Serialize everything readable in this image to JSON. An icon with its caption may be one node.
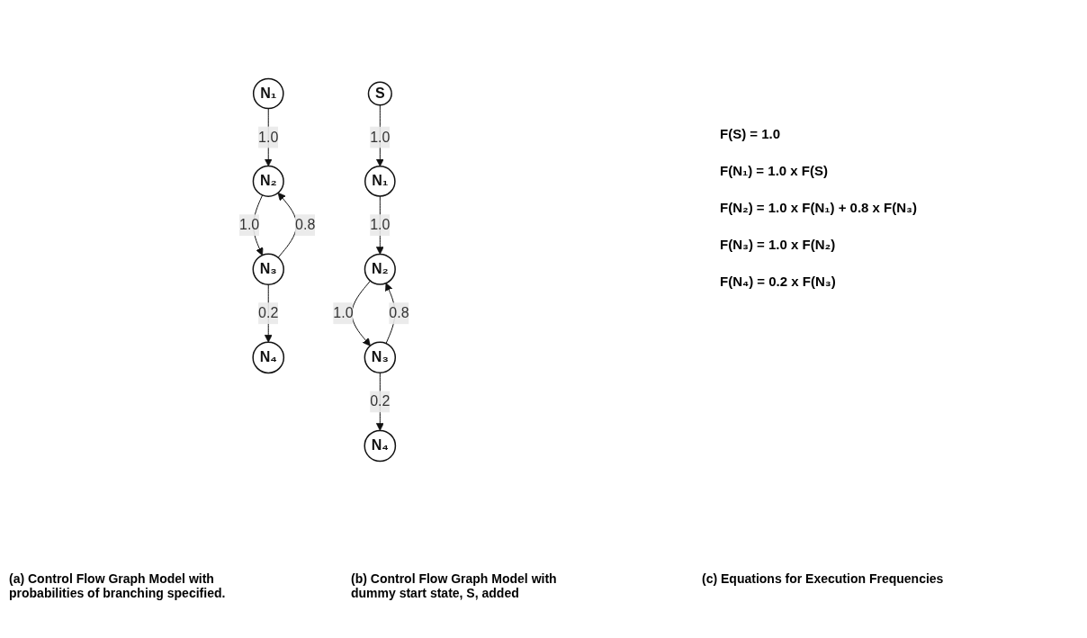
{
  "diagram": {
    "nodes": [
      {
        "text": [
          "N₁"
        ]
      },
      {
        "text": [
          "N₂"
        ]
      },
      {
        "text": [
          "N₃"
        ]
      },
      {
        "text": [
          "N₄"
        ]
      },
      {
        "text": [
          "S"
        ]
      },
      {
        "text": [
          "N₁"
        ]
      },
      {
        "text": [
          "N₂"
        ]
      },
      {
        "text": [
          "N₃"
        ]
      },
      {
        "text": [
          "N₄"
        ]
      }
    ],
    "edges": [
      {
        "from": 0,
        "to": 1,
        "arrow": "to",
        "label": "1.0"
      },
      {
        "from": 1,
        "to": 2,
        "arrow": "to",
        "label": "1.0"
      },
      {
        "from": 2,
        "to": 1,
        "arrow": "to",
        "label": "0.8"
      },
      {
        "from": 2,
        "to": 3,
        "arrow": "to",
        "label": "0.2"
      },
      {
        "from": 4,
        "to": 5,
        "arrow": "to",
        "label": "1.0"
      },
      {
        "from": 5,
        "to": 6,
        "arrow": "to",
        "label": "1.0"
      },
      {
        "from": 6,
        "to": 7,
        "arrow": "to",
        "label": "1.0"
      },
      {
        "from": 7,
        "to": 6,
        "arrow": "to",
        "label": "0.8"
      },
      {
        "from": 7,
        "to": 8,
        "arrow": "to",
        "label": "0.2"
      }
    ],
    "labels": [
      "F(S) = 1.0",
      "F(N₁) = 1.0 x F(S)",
      "F(N₂) = 1.0 x F(N₁) + 0.8 x F(N₃)",
      "F(N₃) = 1.0 x F(N₂)",
      "F(N₄) = 0.2 x F(N₃)",
      "(a) Control Flow Graph Model with probabilities of branching specified.",
      "(b) Control Flow Graph Model with dummy start state, S, added",
      "(c) Equations for Execution Frequencies"
    ]
  }
}
